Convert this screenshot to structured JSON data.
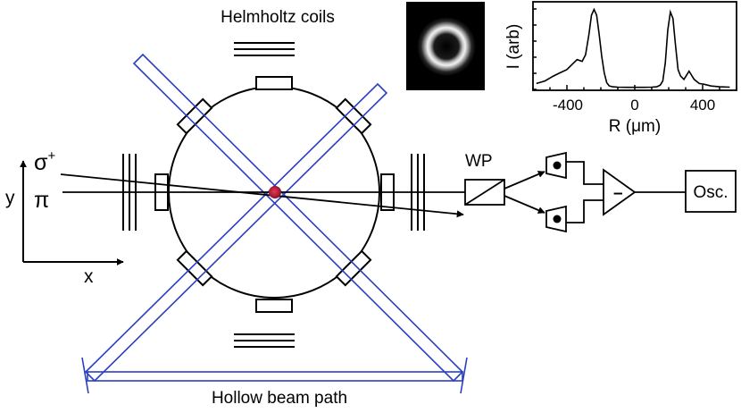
{
  "labels": {
    "helmholtz": "Helmholtz coils",
    "hollow_beam": "Hollow beam path",
    "sigma": "σ",
    "sigma_sup": "+",
    "pi": "π",
    "wp": "WP",
    "minus": "–",
    "osc": "Osc.",
    "axis_y": "y",
    "axis_x": "x"
  },
  "chart_data": {
    "type": "line",
    "xlabel": "R (μm)",
    "ylabel": "I (arb)",
    "xticks": [
      "-400",
      "0",
      "400"
    ],
    "xlim": [
      -600,
      600
    ],
    "ylim": [
      0,
      1
    ],
    "grid": false,
    "series": [
      {
        "x": [
          -580,
          -530,
          -480,
          -440,
          -400,
          -370,
          -340,
          -310,
          -290,
          -270,
          -255,
          -240,
          -225,
          -210,
          -195,
          -180,
          -165,
          -150,
          -130,
          -100,
          -50,
          0,
          50,
          100,
          130,
          150,
          165,
          180,
          195,
          210,
          225,
          240,
          255,
          270,
          290,
          320,
          350,
          380,
          410,
          450,
          500,
          560
        ],
        "y": [
          0.05,
          0.08,
          0.14,
          0.18,
          0.22,
          0.28,
          0.34,
          0.32,
          0.4,
          0.65,
          0.88,
          0.95,
          0.88,
          0.65,
          0.38,
          0.18,
          0.06,
          0.02,
          0.01,
          0.005,
          0.003,
          0.003,
          0.003,
          0.005,
          0.01,
          0.03,
          0.08,
          0.3,
          0.7,
          0.92,
          0.84,
          0.52,
          0.22,
          0.14,
          0.1,
          0.2,
          0.1,
          0.05,
          0.04,
          0.02,
          0.01,
          0.005
        ]
      }
    ]
  }
}
